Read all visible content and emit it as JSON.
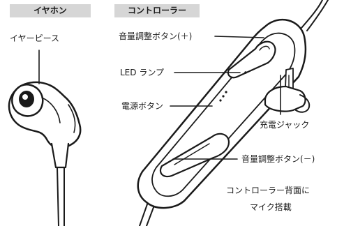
{
  "headers": {
    "earphone": "イヤホン",
    "controller": "コントローラー"
  },
  "labels": {
    "earpiece": "イヤーピース",
    "volume_up": "音量調整ボタン(＋)",
    "led_lamp": "LED ランプ",
    "power_button": "電源ボタン",
    "charge_jack": "充電ジャック",
    "volume_down": "音量調整ボタン(－)",
    "mic_note_line1": "コントローラー背面に",
    "mic_note_line2": "マイク搭載"
  },
  "colors": {
    "header_bg": "#d6d6d6",
    "stroke": "#1a1a1a",
    "hardware_fill": "#ffffff"
  }
}
